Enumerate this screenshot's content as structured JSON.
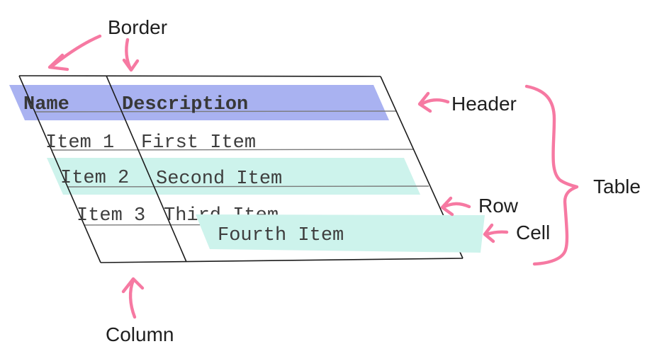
{
  "table": {
    "headers": [
      "Name",
      "Description"
    ],
    "rows": [
      {
        "name": "Item 1",
        "description": "First Item"
      },
      {
        "name": "Item 2",
        "description": "Second Item"
      },
      {
        "name": "Item 3",
        "description": "Third Item"
      },
      {
        "name": "",
        "description": "Fourth Item"
      }
    ]
  },
  "annotations": {
    "border": "Border",
    "header": "Header",
    "table": "Table",
    "row": "Row",
    "cell": "Cell",
    "column": "Column"
  },
  "colors": {
    "header_highlight": "#a9b2f1",
    "cell_highlight": "#cdf3ec",
    "annotation_pink": "#f679a2",
    "table_text": "#3e3e3e",
    "label_text": "#1f1f1f",
    "grid_line": "#7a7a7a",
    "border_line": "#1c1c1c",
    "background": "#ffffff"
  }
}
